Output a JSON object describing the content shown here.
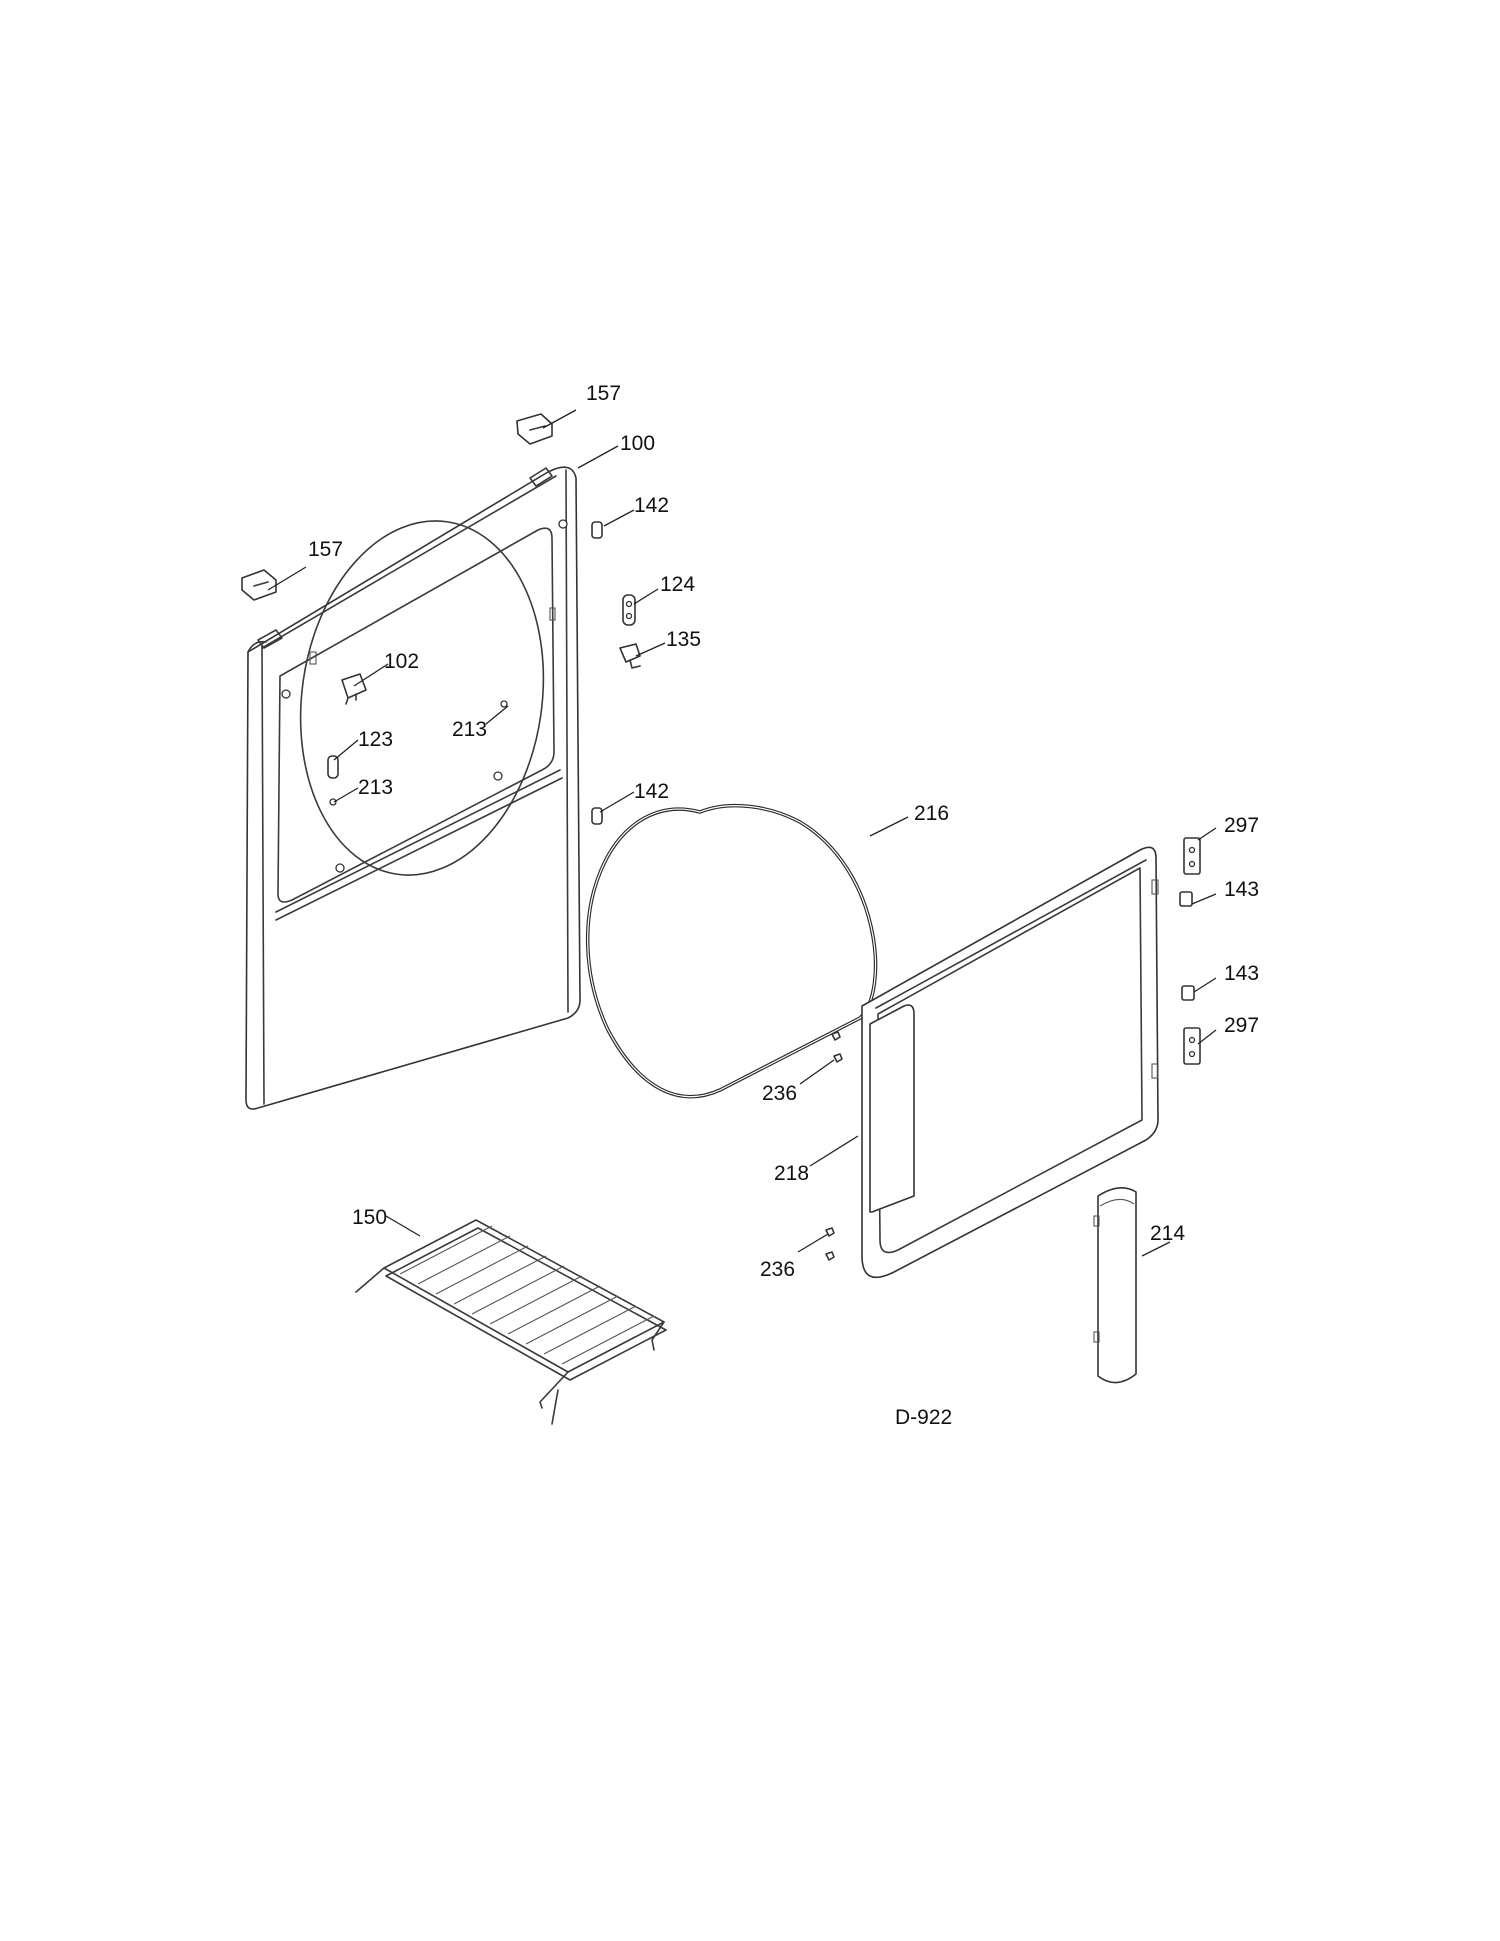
{
  "callouts": {
    "c157a": "157",
    "c100": "100",
    "c142a": "142",
    "c157b": "157",
    "c124": "124",
    "c135": "135",
    "c102": "102",
    "c213a": "213",
    "c123": "123",
    "c213b": "213",
    "c142b": "142",
    "c216": "216",
    "c297a": "297",
    "c143a": "143",
    "c143b": "143",
    "c297b": "297",
    "c236a": "236",
    "c218": "218",
    "c150": "150",
    "c214": "214",
    "c236b": "236"
  },
  "diagram_ref": "D-922"
}
